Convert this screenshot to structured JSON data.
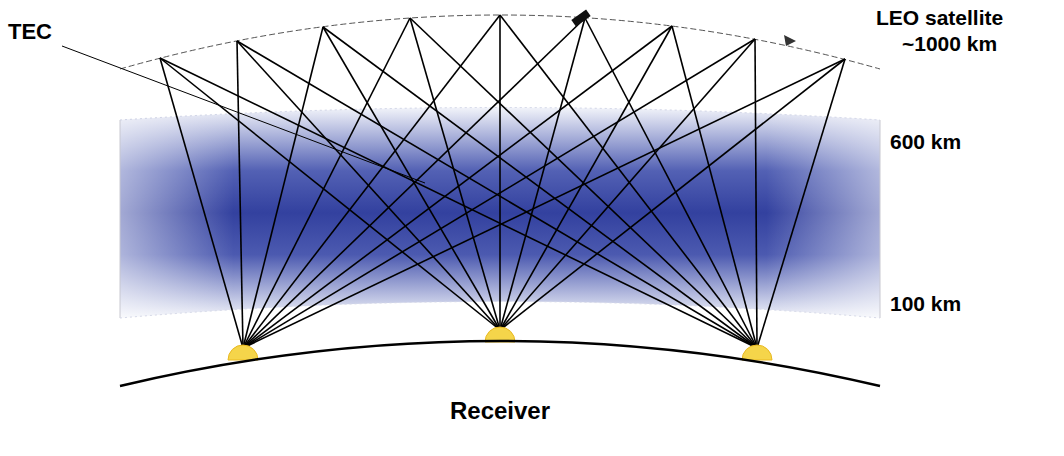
{
  "diagram": {
    "labels": [
      "TEC",
      "LEO satellite",
      "~1000 km",
      "600 km",
      "100 km",
      "Receiver"
    ]
  }
}
